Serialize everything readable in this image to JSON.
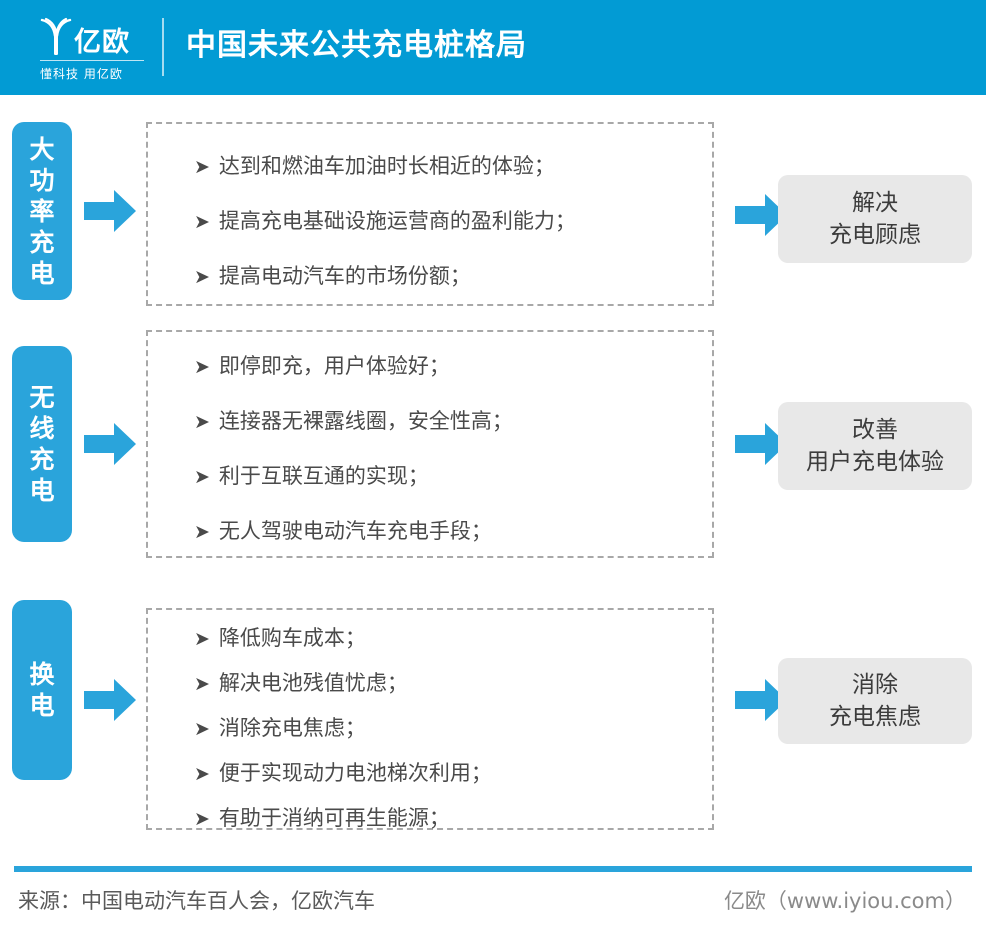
{
  "header": {
    "logo_word": "亿欧",
    "logo_tagline": "懂科技 用亿欧",
    "logo_mark_icon": "yiou-sprout-logo-icon",
    "title": "中国未来公共充电桩格局",
    "background_color": "#029BD4"
  },
  "theme": {
    "accent_blue": "#2AA4DB",
    "header_blue": "#029BD4",
    "result_gray": "#E8E8E8",
    "dashed_border_gray": "#A8A8A8",
    "body_text_gray": "#4A4A4A"
  },
  "sections": [
    {
      "category": "大功率充电",
      "arrow_icon": "right-arrow-icon",
      "bullet_icon": "arrowhead-bullet-icon",
      "bullets": [
        "达到和燃油车加油时长相近的体验；",
        "提高充电基础设施运营商的盈利能力；",
        "提高电动汽车的市场份额；"
      ],
      "result_arrow_icon": "right-arrow-icon",
      "result_line1": "解决",
      "result_line2": "充电顾虑"
    },
    {
      "category": "无线充电",
      "arrow_icon": "right-arrow-icon",
      "bullet_icon": "arrowhead-bullet-icon",
      "bullets": [
        "即停即充，用户体验好；",
        "连接器无裸露线圈，安全性高；",
        "利于互联互通的实现；",
        "无人驾驶电动汽车充电手段；"
      ],
      "result_arrow_icon": "right-arrow-icon",
      "result_line1": "改善",
      "result_line2": "用户充电体验"
    },
    {
      "category": "换电",
      "arrow_icon": "right-arrow-icon",
      "bullet_icon": "arrowhead-bullet-icon",
      "bullets": [
        "降低购车成本；",
        "解决电池残值忧虑；",
        "消除充电焦虑；",
        "便于实现动力电池梯次利用；",
        "有助于消纳可再生能源；"
      ],
      "result_arrow_icon": "right-arrow-icon",
      "result_line1": "消除",
      "result_line2": "充电焦虑"
    }
  ],
  "footer": {
    "source": "来源：中国电动汽车百人会，亿欧汽车",
    "site": "亿欧（www.iyiou.com）"
  }
}
